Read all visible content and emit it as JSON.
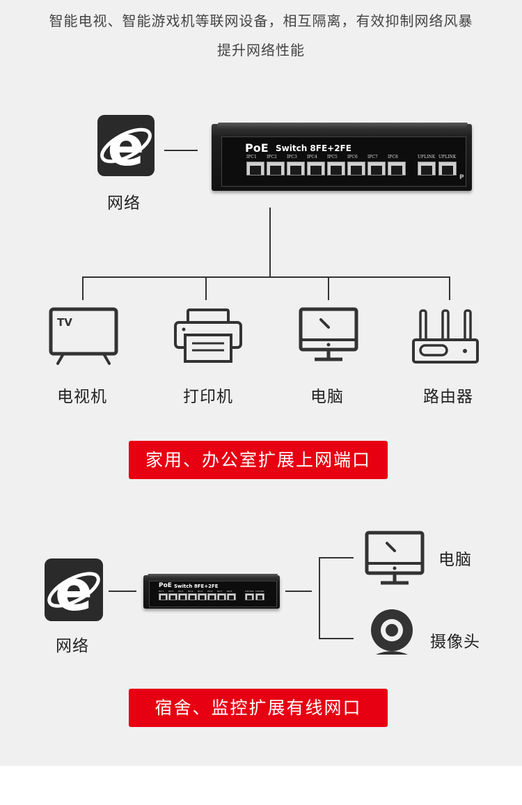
{
  "intro": {
    "line1": "智能电视、智能游戏机等联网设备，相互隔离，有效抑制网络风暴",
    "line2": "提升网络性能"
  },
  "switch": {
    "brand": "PoE",
    "model": "Switch 8FE+2FE",
    "ports": [
      "IPC1",
      "IPC2",
      "IPC3",
      "IPC4",
      "IPC5",
      "IPC6",
      "IPC7",
      "IPC8"
    ],
    "uplinks": [
      "UPLINK",
      "UPLINK"
    ],
    "mark": "P"
  },
  "scene1": {
    "network_label": "网络",
    "devices": [
      "电视机",
      "打印机",
      "电脑",
      "路由器"
    ],
    "tv_text": "TV",
    "banner": "家用、办公室扩展上网端口"
  },
  "scene2": {
    "network_label": "网络",
    "devices": [
      "电脑",
      "摄像头"
    ],
    "banner": "宿舍、监控扩展有线网口"
  },
  "colors": {
    "accent": "#e60012",
    "panel": "#f0f0f0",
    "line": "#333333"
  },
  "icons": [
    "ie-icon",
    "switch-icon",
    "tv-icon",
    "printer-icon",
    "computer-icon",
    "router-icon",
    "camera-icon"
  ]
}
